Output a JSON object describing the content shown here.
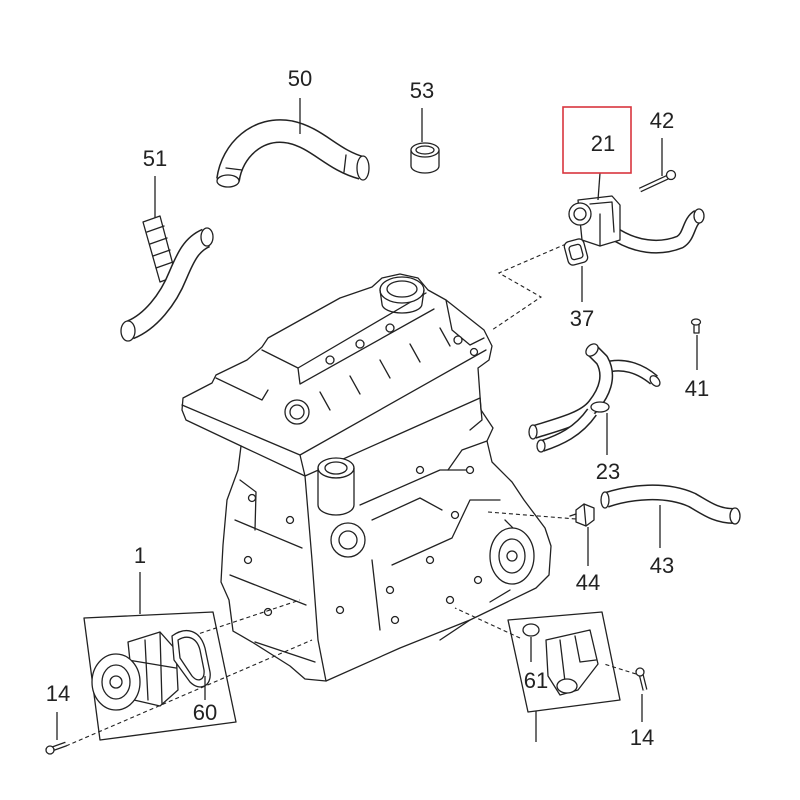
{
  "colors": {
    "line": "#222222",
    "highlight": "#d8353e",
    "background": "#ffffff"
  },
  "callouts": [
    {
      "label": "50"
    },
    {
      "label": "53"
    },
    {
      "label": "21",
      "highlighted": true
    },
    {
      "label": "42"
    },
    {
      "label": "51"
    },
    {
      "label": "37"
    },
    {
      "label": "41"
    },
    {
      "label": "23"
    },
    {
      "label": "1"
    },
    {
      "label": "43"
    },
    {
      "label": "44"
    },
    {
      "label": "14"
    },
    {
      "label": "60"
    },
    {
      "label": "61"
    },
    {
      "label": "14"
    }
  ]
}
